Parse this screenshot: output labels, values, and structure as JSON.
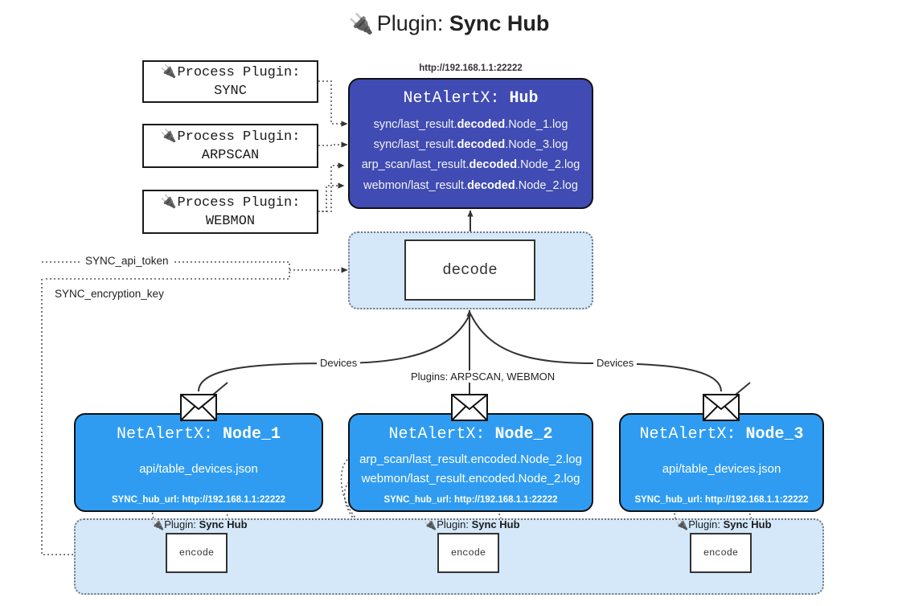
{
  "title": {
    "icon": "plug-icon",
    "prefix": "Plugin: ",
    "name": "Sync Hub"
  },
  "process_plugins": [
    {
      "icon": "plug-icon",
      "line1": "Process Plugin:",
      "line2": "SYNC"
    },
    {
      "icon": "plug-icon",
      "line1": "Process Plugin:",
      "line2": "ARPSCAN"
    },
    {
      "icon": "plug-icon",
      "line1": "Process Plugin:",
      "line2": "WEBMON"
    }
  ],
  "hub": {
    "url": "http://192.168.1.1:22222",
    "title_prefix": "NetAlertX: ",
    "title_name": "Hub",
    "logs": [
      {
        "pre": "sync/last_result.",
        "em": "decoded",
        "post": ".Node_1.log"
      },
      {
        "pre": "sync/last_result.",
        "em": "decoded",
        "post": ".Node_3.log"
      },
      {
        "pre": "arp_scan/last_result.",
        "em": "decoded",
        "post": ".Node_2.log"
      },
      {
        "pre": "webmon/last_result.",
        "em": "decoded",
        "post": ".Node_2.log"
      }
    ]
  },
  "decode": {
    "label": "decode"
  },
  "keys": [
    {
      "label": "SYNC_api_token"
    },
    {
      "label": "SYNC_encryption_key"
    }
  ],
  "edge_labels": {
    "left_devices": "Devices",
    "center_plugins": "Plugins: ARPSCAN, WEBMON",
    "right_devices": "Devices"
  },
  "nodes": [
    {
      "title_prefix": "NetAlertX: ",
      "title_name": "Node_1",
      "lines": [
        "api/table_devices.json"
      ],
      "url_key": "SYNC_hub_url: ",
      "url_value": "http://192.168.1.1:22222",
      "icon": "envelope-icon"
    },
    {
      "title_prefix": "NetAlertX: ",
      "title_name": "Node_2",
      "lines": [
        "arp_scan/last_result.encoded.Node_2.log",
        "webmon/last_result.encoded.Node_2.log"
      ],
      "url_key": "SYNC_hub_url: ",
      "url_value": "http://192.168.1.1:22222",
      "icon": "envelope-icon"
    },
    {
      "title_prefix": "NetAlertX: ",
      "title_name": "Node_3",
      "lines": [
        "api/table_devices.json"
      ],
      "url_key": "SYNC_hub_url: ",
      "url_value": "http://192.168.1.1:22222",
      "icon": "envelope-icon"
    }
  ],
  "encoders": [
    {
      "icon": "plug-icon",
      "cap_prefix": "Plugin: ",
      "cap_name": "Sync Hub",
      "label": "encode"
    },
    {
      "icon": "plug-icon",
      "cap_prefix": "Plugin: ",
      "cap_name": "Sync Hub",
      "label": "encode"
    },
    {
      "icon": "plug-icon",
      "cap_prefix": "Plugin: ",
      "cap_name": "Sync Hub",
      "label": "encode"
    }
  ],
  "colors": {
    "hub_fill": "#404cb3",
    "node_fill": "#2f9cf2",
    "zone_fill": "#d4e8fa",
    "stroke": "#333333"
  }
}
